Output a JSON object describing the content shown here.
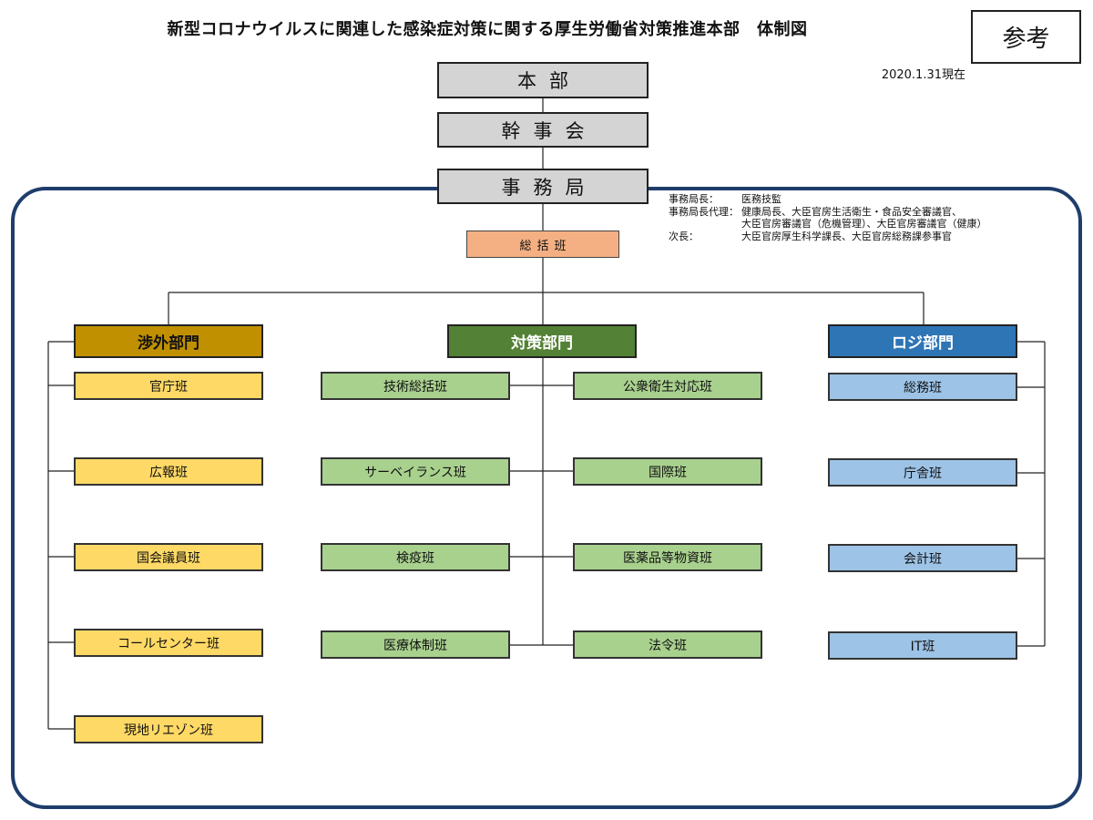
{
  "title": "新型コロナウイルスに関連した感染症対策に関する厚生労働省対策推進本部　体制図",
  "reference_label": "参考",
  "date": "2020.1.31現在",
  "hierarchy": {
    "honbu": "本部",
    "kanjikai": "幹事会",
    "jimukyoku": "事務局",
    "soukatsuhan": "総括班"
  },
  "notes": [
    {
      "key": "事務局長：",
      "value": "医務技監"
    },
    {
      "key": "事務局長代理：",
      "value": "健康局長、大臣官房生活衛生・食品安全審議官、"
    },
    {
      "key": "",
      "value": "大臣官房審議官（危機管理）、大臣官房審議官（健康）"
    },
    {
      "key": "次長：",
      "value": "大臣官房厚生科学課長、大臣官房総務課参事官"
    }
  ],
  "departments": {
    "shogai": {
      "name": "渉外部門",
      "teams": [
        "官庁班",
        "広報班",
        "国会議員班",
        "コールセンター班",
        "現地リエゾン班"
      ]
    },
    "taisaku": {
      "name": "対策部門",
      "left_teams": [
        "技術総括班",
        "サーベイランス班",
        "検疫班",
        "医療体制班"
      ],
      "right_teams": [
        "公衆衛生対応班",
        "国際班",
        "医薬品等物資班",
        "法令班"
      ]
    },
    "roji": {
      "name": "ロジ部門",
      "teams": [
        "総務班",
        "庁舎班",
        "会計班",
        "IT班"
      ]
    }
  },
  "colors": {
    "frame": "#1f3d6b",
    "top_boxes": "#d4d4d4",
    "soukatsuhan": "#f4b083",
    "shogai_header": "#c09000",
    "shogai_team": "#ffd966",
    "taisaku_header": "#538135",
    "taisaku_team": "#a9d18e",
    "roji_header": "#2e75b6",
    "roji_team": "#9dc3e6"
  }
}
